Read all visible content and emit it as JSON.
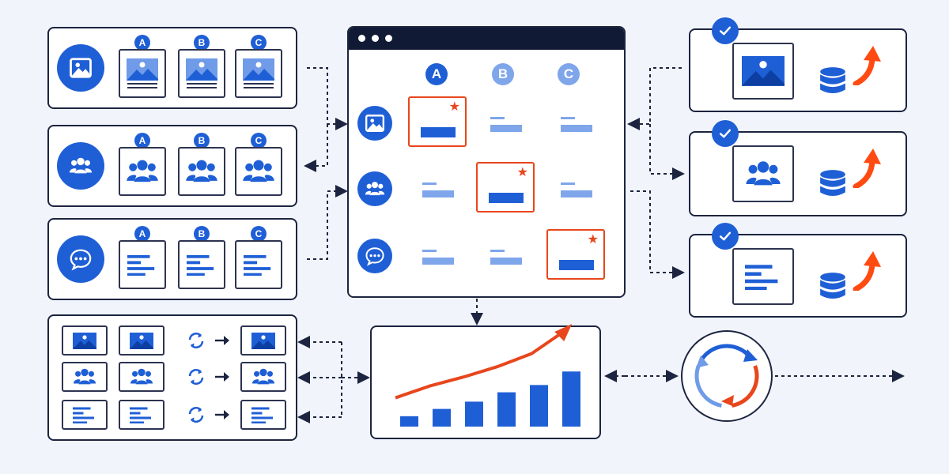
{
  "variants": [
    "A",
    "B",
    "C"
  ],
  "rows": [
    {
      "kind": "image",
      "icon": "image-icon"
    },
    {
      "kind": "people",
      "icon": "people-icon"
    },
    {
      "kind": "text",
      "icon": "chat-icon"
    }
  ],
  "colors": {
    "primary": "#1f5fd6",
    "light": "#7fa6ea",
    "accent": "#e8461c",
    "outline": "#1c2440",
    "background": "#f1f5fb"
  },
  "matrix": {
    "selected": [
      0,
      1,
      2
    ]
  },
  "growth_chart": {
    "bar_values": [
      1,
      1.7,
      2.4,
      3.3,
      4.0,
      5.3
    ],
    "trend_values": [
      1.0,
      1.9,
      2.6,
      3.4,
      4.4,
      6.2
    ]
  }
}
